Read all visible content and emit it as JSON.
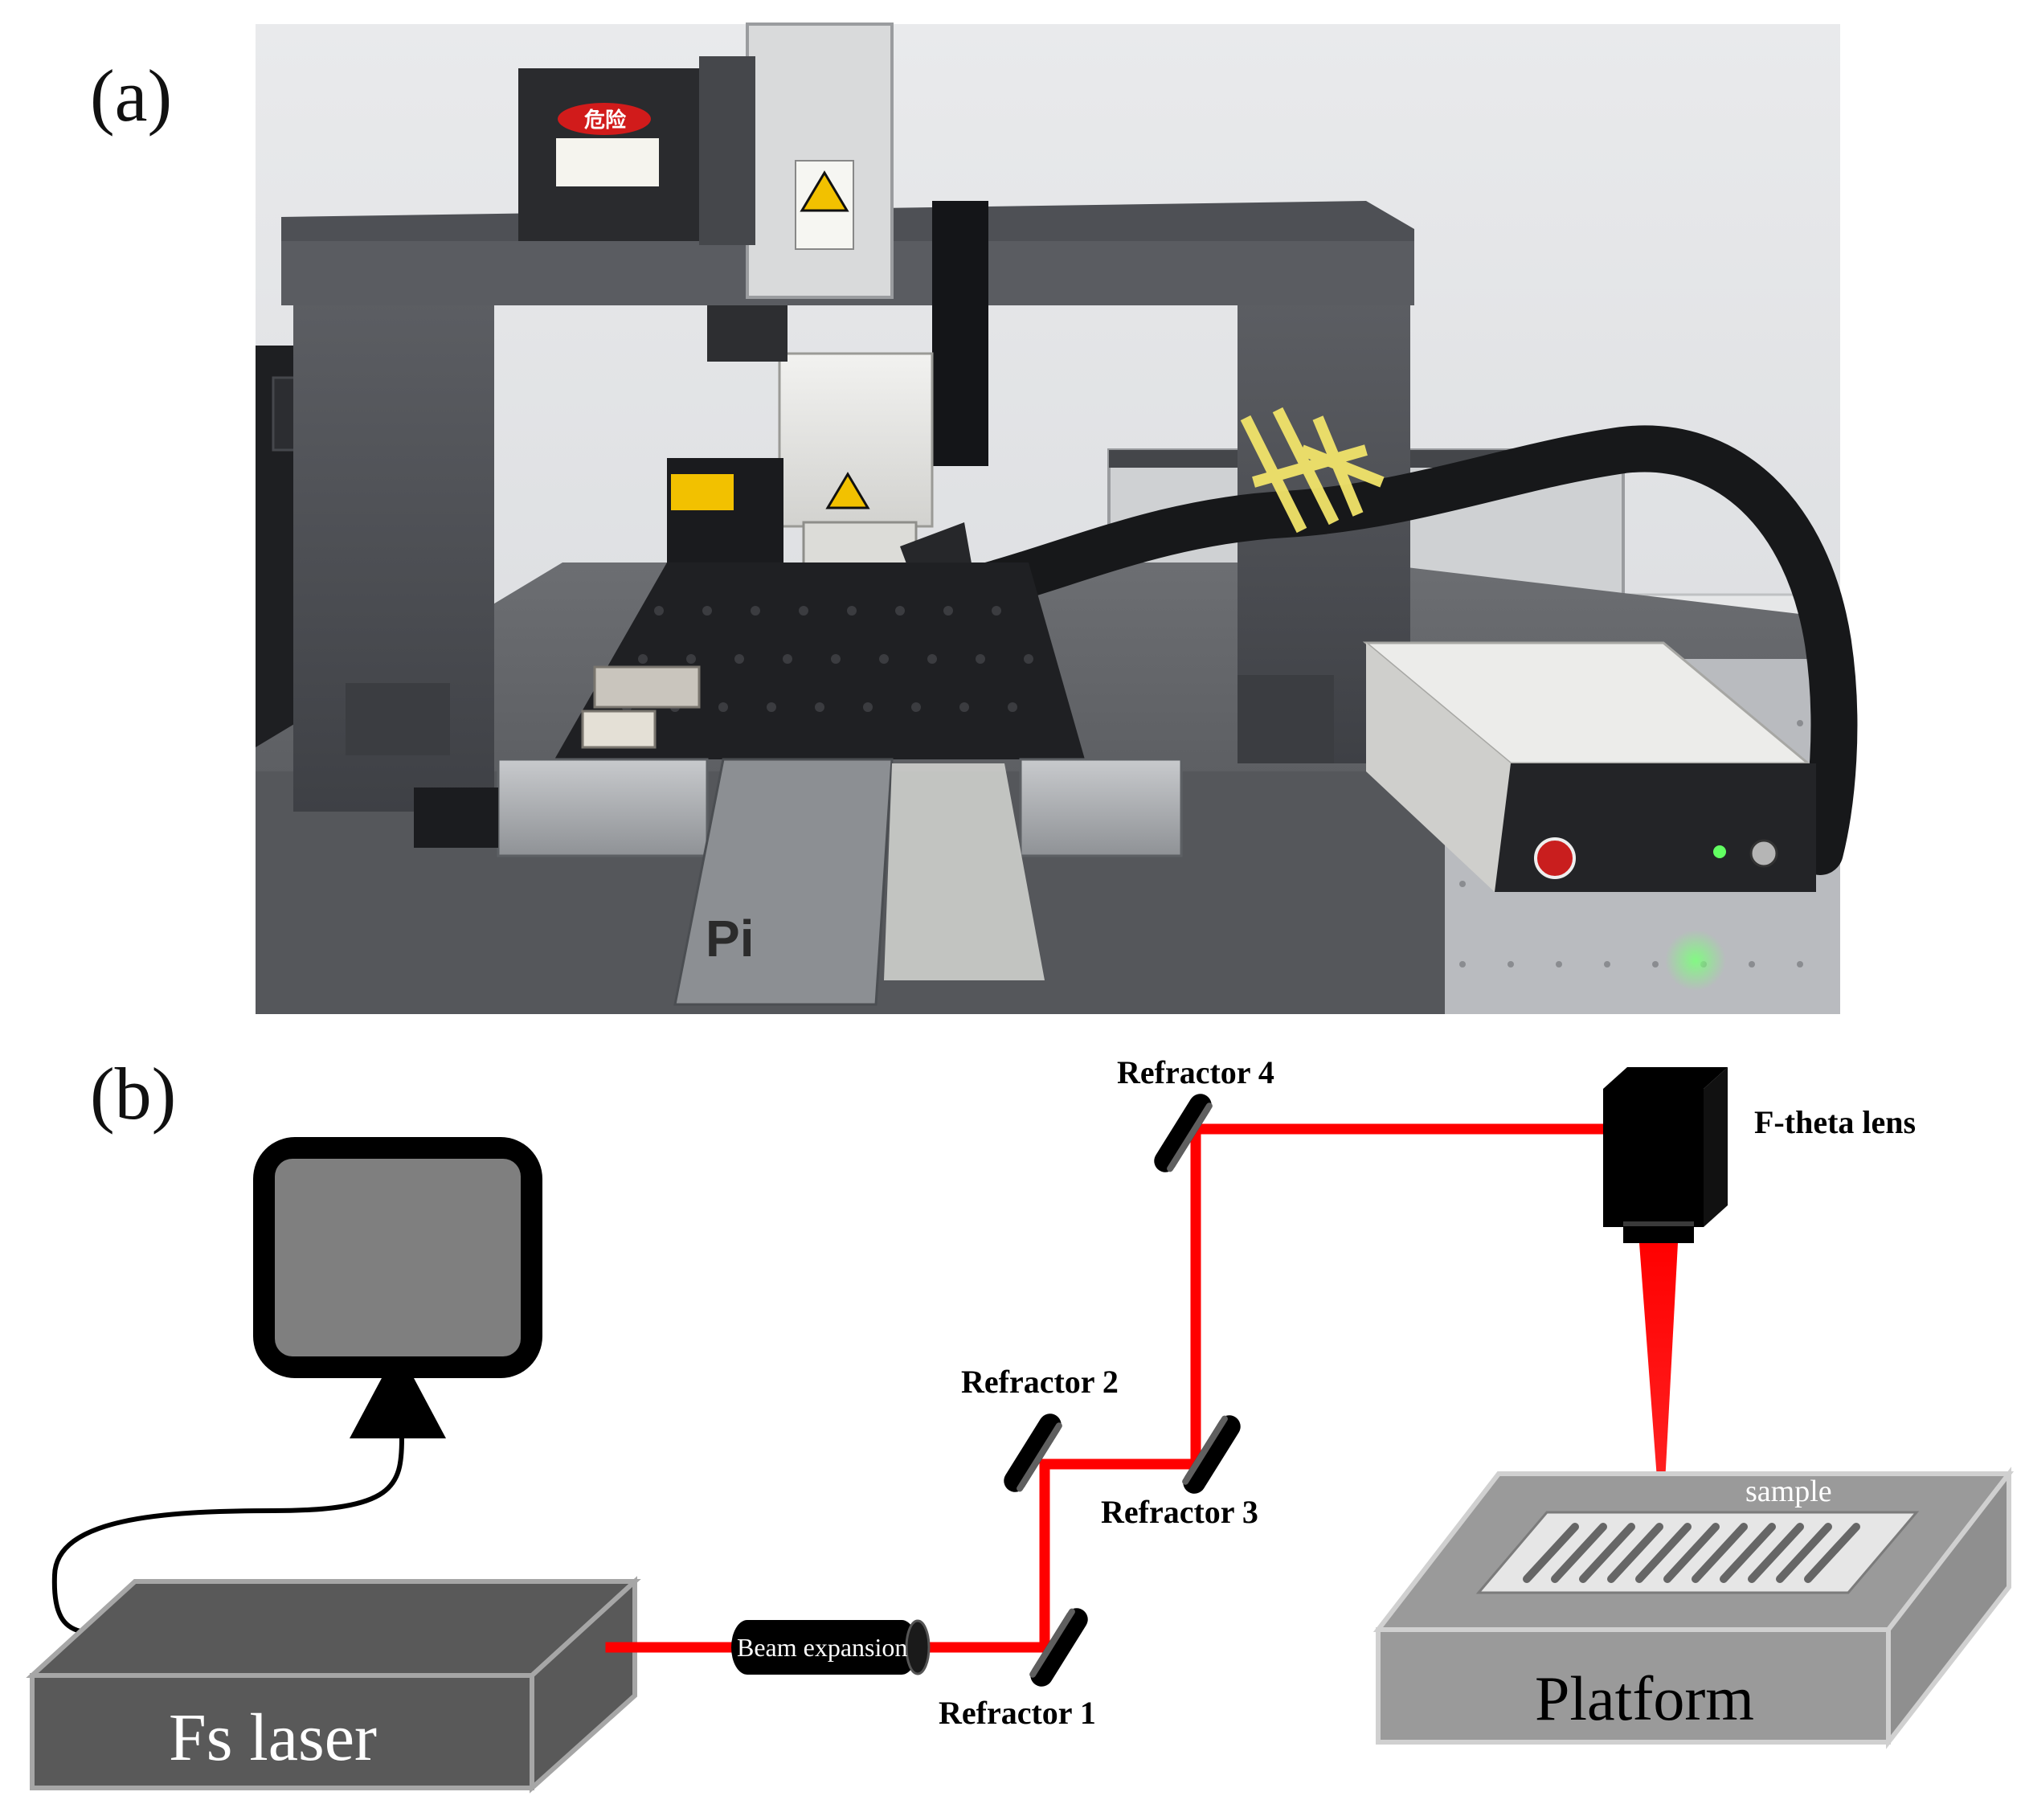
{
  "panel_a": {
    "label": "(a)",
    "warning_sign_text": "危险",
    "stage_brand": "Pi"
  },
  "panel_b": {
    "label": "(b)",
    "components": {
      "fs_laser": "Fs laser",
      "beam_expansion": "Beam expansion",
      "refractor_1": "Refractor 1",
      "refractor_2": "Refractor 2",
      "refractor_3": "Refractor 3",
      "refractor_4": "Refractor 4",
      "f_theta_lens": "F-theta lens",
      "sample": "sample",
      "platform": "Platform"
    },
    "colors": {
      "beam": "#ff0000",
      "device_grey": "#5a5a5a",
      "device_border": "#a6a6a6",
      "platform_grey": "#999999"
    }
  }
}
